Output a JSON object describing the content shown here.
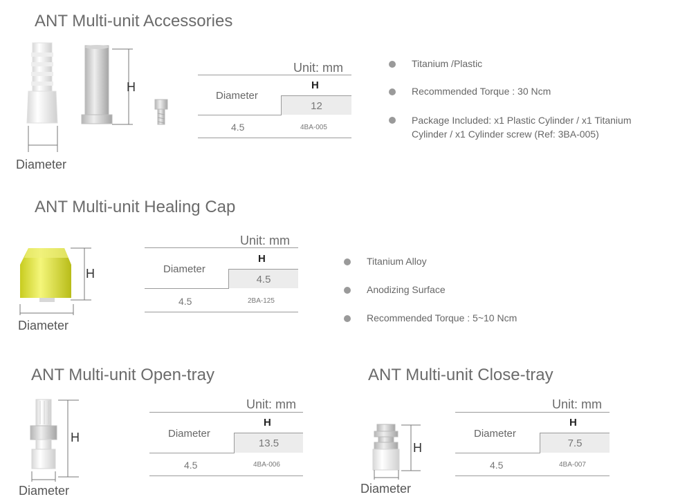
{
  "accessories": {
    "title": "ANT Multi-unit  Accessories",
    "h_label": "H",
    "diameter_label": "Diameter",
    "table": {
      "unit": "Unit: mm",
      "col_header": "H",
      "row_header": "Diameter",
      "h_value": "12",
      "diameter": "4.5",
      "ref": "4BA-005"
    },
    "bullets": [
      "Titanium /Plastic",
      "Recommended Torque : 30 Ncm",
      "Package Included: x1 Plastic Cylinder / x1 Titanium",
      "Cylinder / x1 Cylinder screw (Ref: 3BA-005)"
    ]
  },
  "healing_cap": {
    "title": "ANT Multi-unit  Healing Cap",
    "h_label": "H",
    "diameter_label": "Diameter",
    "table": {
      "unit": "Unit: mm",
      "col_header": "H",
      "row_header": "Diameter",
      "h_value": "4.5",
      "diameter": "4.5",
      "ref": "2BA-125"
    },
    "bullets": [
      "Titanium  Alloy",
      "Anodizing Surface",
      "Recommended Torque : 5~10 Ncm"
    ]
  },
  "open_tray": {
    "title": "ANT Multi-unit  Open-tray",
    "h_label": "H",
    "diameter_label": "Diameter",
    "table": {
      "unit": "Unit: mm",
      "col_header": "H",
      "row_header": "Diameter",
      "h_value": "13.5",
      "diameter": "4.5",
      "ref": "4BA-006"
    }
  },
  "close_tray": {
    "title": "ANT Multi-unit  Close-tray",
    "h_label": "H",
    "diameter_label": "Diameter",
    "table": {
      "unit": "Unit: mm",
      "col_header": "H",
      "row_header": "Diameter",
      "h_value": "7.5",
      "diameter": "4.5",
      "ref": "4BA-007"
    }
  },
  "colors": {
    "healing_cap": "#dfe33a",
    "line": "#9a9a9a",
    "cell": "#ececec"
  }
}
